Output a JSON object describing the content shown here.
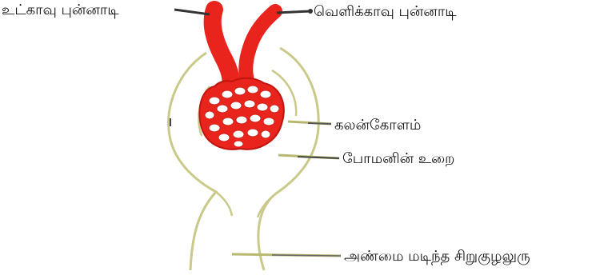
{
  "labels": {
    "afferent_arteriole": "உட்காவு புன்னாடி",
    "efferent_arteriole": "வெளிக்காவு புன்னாடி",
    "glomerulus": "கலன்கோளம்",
    "bowmans_capsule": "போமனின் உறை",
    "proximal_convoluted_tubule": "அண்மை மடிந்த சிறுகுழலுரு"
  },
  "colors": {
    "vessel_red": "#e8241c",
    "vessel_dark": "#c0140e",
    "capsule_outline": "#c9c98a",
    "pointer_line": "#333333",
    "pointer_tip": "#b8b870"
  }
}
